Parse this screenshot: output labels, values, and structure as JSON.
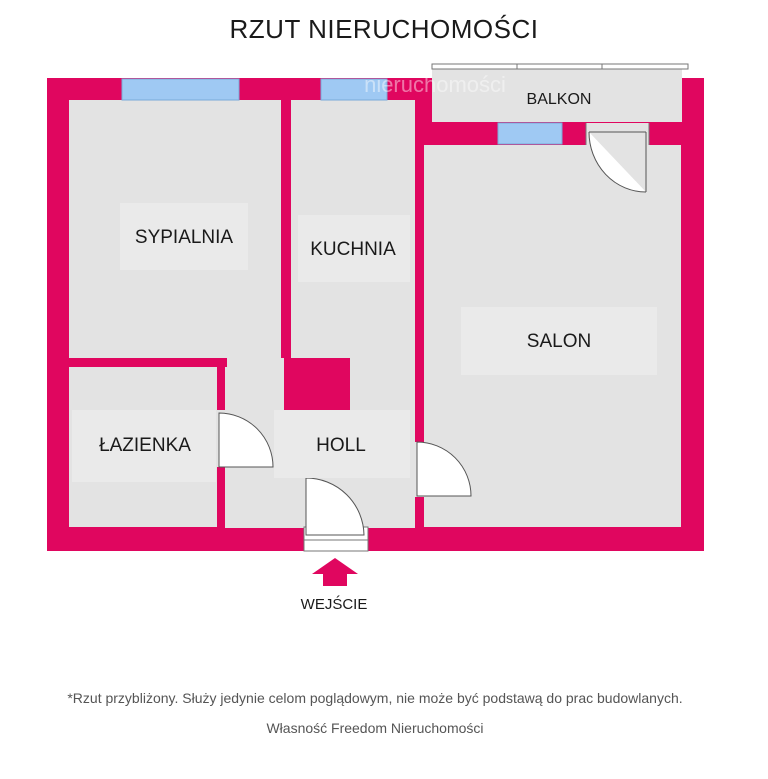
{
  "title": "RZUT NIERUCHOMOŚCI",
  "watermark": "nieruchomości",
  "rooms": {
    "sypialnia": "SYPIALNIA",
    "kuchnia": "KUCHNIA",
    "salon": "SALON",
    "lazienka": "ŁAZIENKA",
    "holl": "HOLL",
    "balkon": "BALKON"
  },
  "entry_label": "WEJŚCIE",
  "disclaimer": "*Rzut przybliżony. Służy jedynie celom poglądowym, nie może być podstawą do prac budowlanych.",
  "owner": "Własność Freedom Nieruchomości",
  "colors": {
    "wall": "#e0065f",
    "floor": "#e3e3e3",
    "window": "#9fc9f3",
    "label_bg": "#eaeaea"
  }
}
